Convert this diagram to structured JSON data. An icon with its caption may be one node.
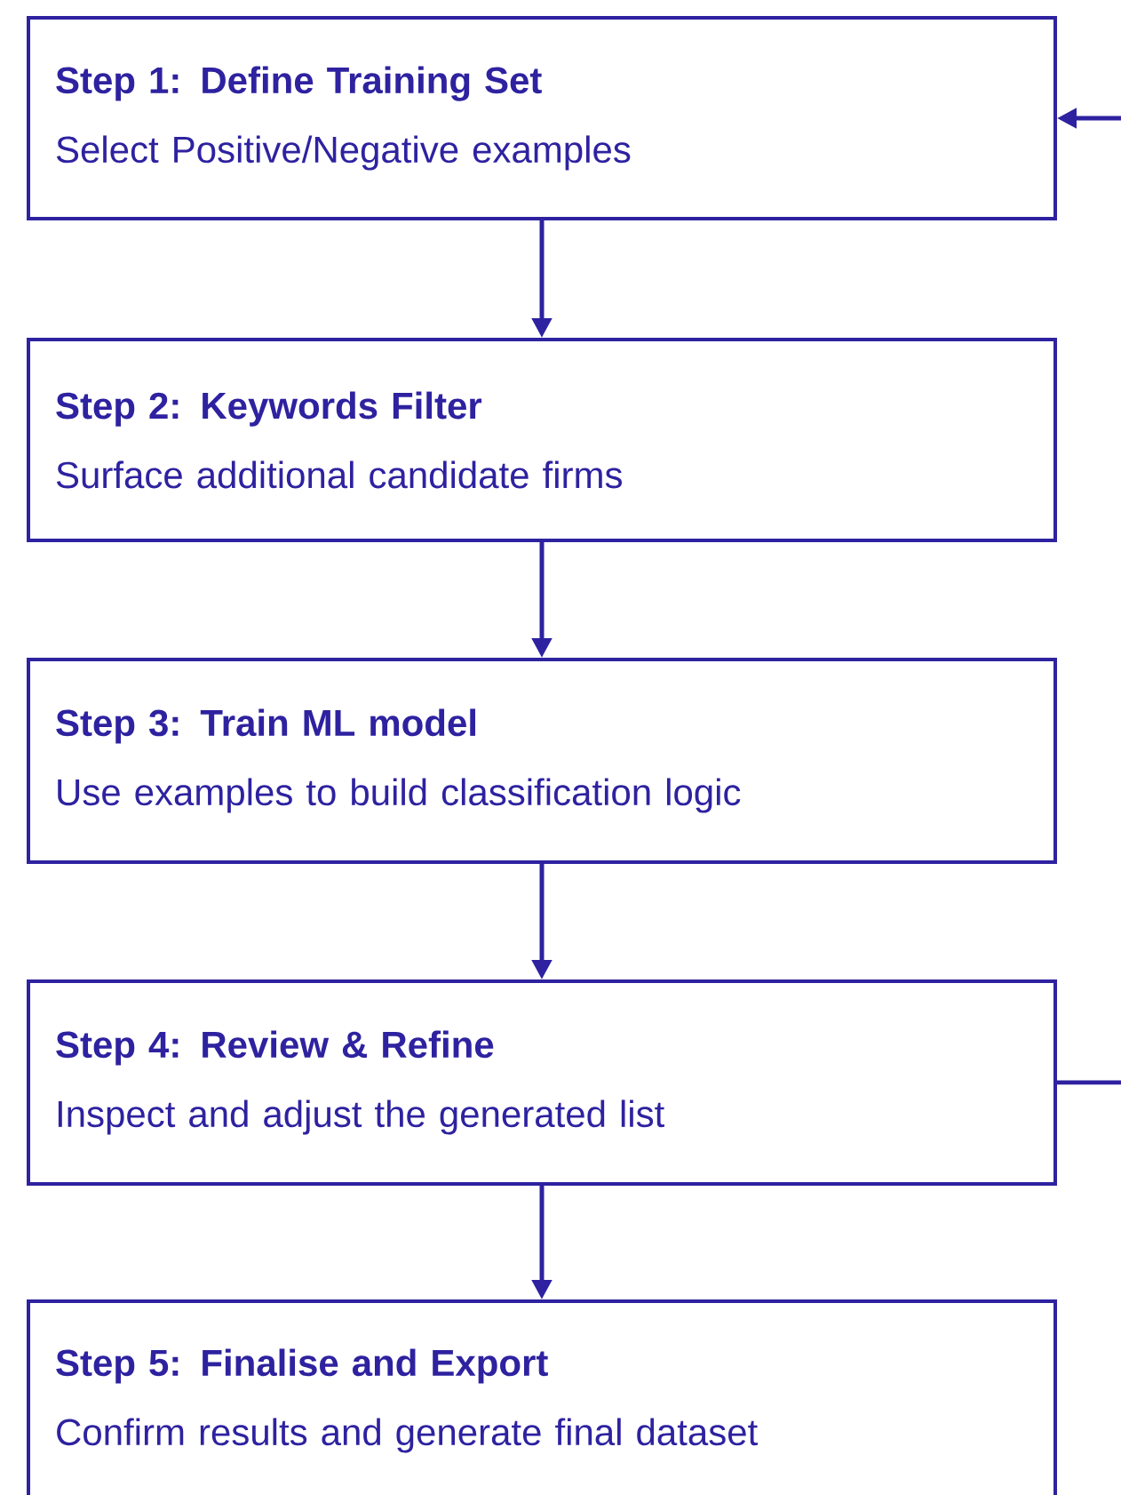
{
  "diagram": {
    "nodes": [
      {
        "text": [
          "Step 1: Define Training Set",
          "Select Positive/Negative examples"
        ]
      },
      {
        "text": [
          "Step 2: Keywords Filter",
          "Surface additional candidate firms"
        ]
      },
      {
        "text": [
          "Step 3: Train ML model",
          "Use examples to build classification logic"
        ]
      },
      {
        "text": [
          "Step 4: Review & Refine",
          "Inspect and adjust the generated list"
        ]
      },
      {
        "text": [
          "Step 5: Finalise and Export",
          "Confirm results and generate final dataset"
        ]
      }
    ],
    "edges": [
      {
        "from": 0,
        "to": 1,
        "arrow": "to"
      },
      {
        "from": 1,
        "to": 2,
        "arrow": "to"
      },
      {
        "from": 2,
        "to": 3,
        "arrow": "to"
      },
      {
        "from": 3,
        "to": 4,
        "arrow": "to"
      },
      {
        "from": null,
        "to": 0,
        "arrow": "to"
      },
      {
        "from": 3,
        "to": null,
        "arrow": "none"
      }
    ]
  }
}
